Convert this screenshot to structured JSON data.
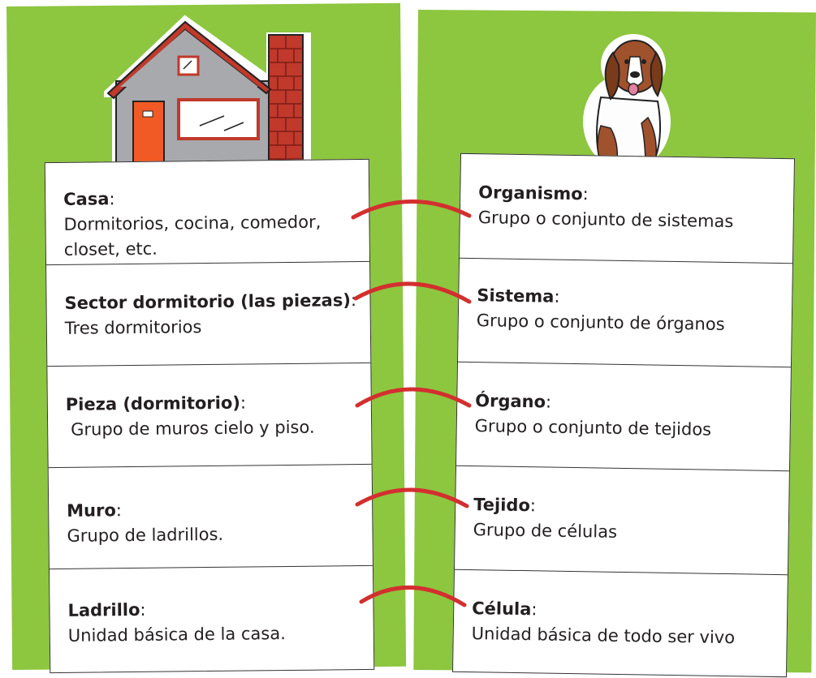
{
  "left": {
    "items": [
      {
        "term": "Casa",
        "sep": ":",
        "desc": "Dormitorios, cocina, comedor,",
        "desc2": "closet, etc."
      },
      {
        "term": "Sector dormitorio (las piezas)",
        "sep": ":",
        "desc": "Tres dormitorios",
        "desc2": ""
      },
      {
        "term": "Pieza (dormitorio)",
        "sep": ":",
        "desc": "Grupo de muros cielo y piso.",
        "desc2": ""
      },
      {
        "term": "Muro",
        "sep": ":",
        "desc": "Grupo de ladrillos.",
        "desc2": ""
      },
      {
        "term": "Ladrillo",
        "sep": ":",
        "desc": "Unidad básica de la casa.",
        "desc2": ""
      }
    ]
  },
  "right": {
    "items": [
      {
        "term": "Organismo",
        "sep": ":",
        "desc": "Grupo o conjunto de sistemas"
      },
      {
        "term": "Sistema",
        "sep": ":",
        "desc": "Grupo o conjunto de órganos"
      },
      {
        "term": "Órgano",
        "sep": ":",
        "desc": "Grupo o conjunto de tejidos"
      },
      {
        "term": "Tejido",
        "sep": ":",
        "desc": "Grupo de células"
      },
      {
        "term": "Célula",
        "sep": ":",
        "desc": "Unidad básica de todo ser vivo"
      }
    ]
  },
  "colors": {
    "panel": "#8dc63f",
    "arc": "#d32f2f"
  },
  "icons": [
    "house-icon",
    "dog-icon"
  ]
}
